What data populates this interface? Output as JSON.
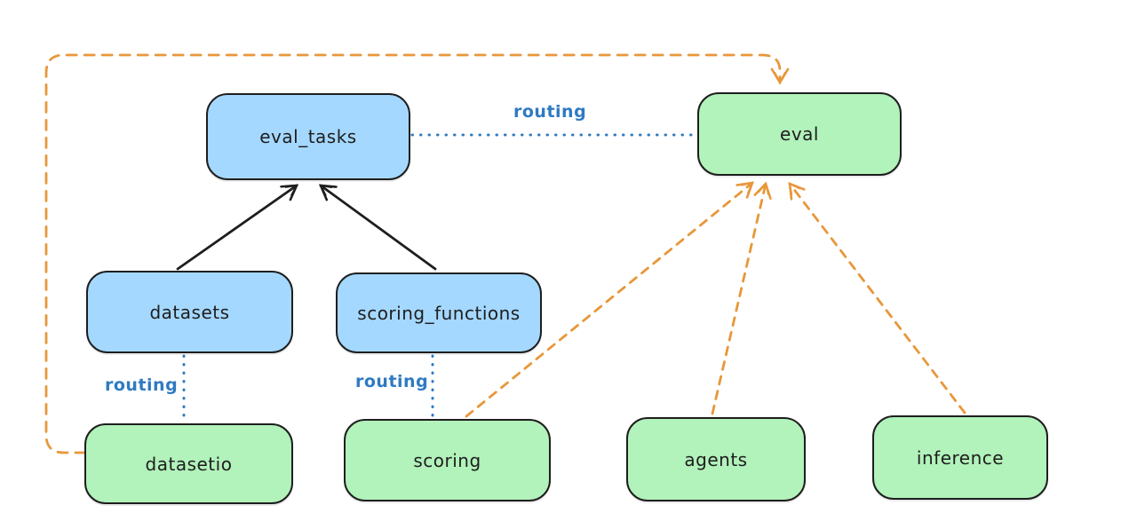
{
  "diagram": {
    "type": "flow-diagram",
    "background": "#ffffff",
    "palette": {
      "blue_node_fill": "#a5d8ff",
      "green_node_fill": "#b2f2bb",
      "node_border": "#1e1e1e",
      "solid_arrow_black": "#1e1e1e",
      "dashed_arrow_orange": "#e8973a",
      "routing_label_blue": "#2f7ac2"
    },
    "nodes": [
      {
        "id": "eval_tasks",
        "label": "eval_tasks",
        "fill": "blue"
      },
      {
        "id": "eval",
        "label": "eval",
        "fill": "green"
      },
      {
        "id": "datasets",
        "label": "datasets",
        "fill": "blue"
      },
      {
        "id": "scoring_functions",
        "label": "scoring_functions",
        "fill": "blue"
      },
      {
        "id": "datasetio",
        "label": "datasetio",
        "fill": "green"
      },
      {
        "id": "scoring",
        "label": "scoring",
        "fill": "green"
      },
      {
        "id": "agents",
        "label": "agents",
        "fill": "green"
      },
      {
        "id": "inference",
        "label": "inference",
        "fill": "green"
      }
    ],
    "edges": [
      {
        "from": "datasets",
        "to": "eval_tasks",
        "style": "solid",
        "color": "black",
        "arrowhead": true,
        "label": ""
      },
      {
        "from": "scoring_functions",
        "to": "eval_tasks",
        "style": "solid",
        "color": "black",
        "arrowhead": true,
        "label": ""
      },
      {
        "from": "eval_tasks",
        "to": "eval",
        "style": "dotted",
        "color": "blue",
        "arrowhead": false,
        "label": "routing"
      },
      {
        "from": "datasets",
        "to": "datasetio",
        "style": "dotted",
        "color": "blue",
        "arrowhead": false,
        "label": "routing"
      },
      {
        "from": "scoring_functions",
        "to": "scoring",
        "style": "dotted",
        "color": "blue",
        "arrowhead": false,
        "label": "routing"
      },
      {
        "from": "datasetio",
        "to": "eval",
        "style": "dashed",
        "color": "orange",
        "arrowhead": true,
        "label": ""
      },
      {
        "from": "scoring",
        "to": "eval",
        "style": "dashed",
        "color": "orange",
        "arrowhead": true,
        "label": ""
      },
      {
        "from": "agents",
        "to": "eval",
        "style": "dashed",
        "color": "orange",
        "arrowhead": true,
        "label": ""
      },
      {
        "from": "inference",
        "to": "eval",
        "style": "dashed",
        "color": "orange",
        "arrowhead": true,
        "label": ""
      }
    ]
  }
}
